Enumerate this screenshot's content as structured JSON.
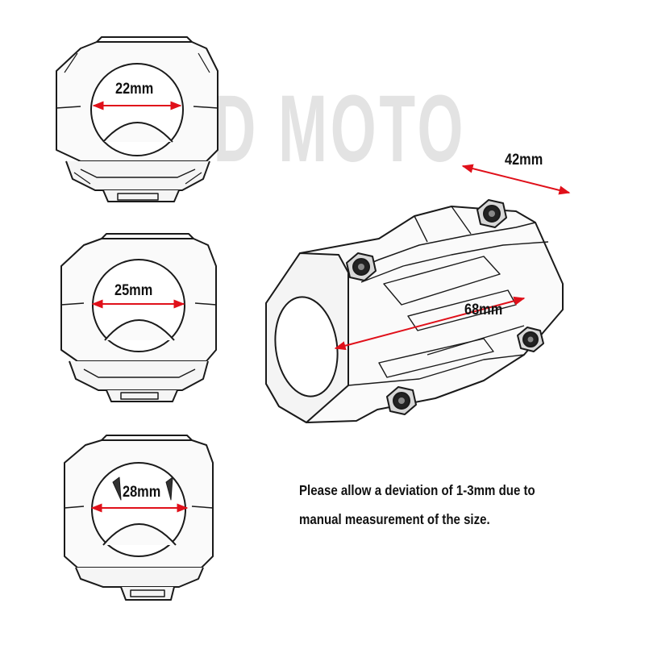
{
  "watermark": {
    "brand": "SD MOTO"
  },
  "dimensions": {
    "d22": "22mm",
    "d25": "25mm",
    "d28": "28mm",
    "width": "42mm",
    "length": "68mm"
  },
  "note": {
    "line1": "Please allow a deviation of 1-3mm due to",
    "line2": "manual measurement of the size."
  },
  "colors": {
    "arrow": "#e0101a",
    "outline": "#1a1a1a",
    "watermark": "#e3e3e3"
  }
}
